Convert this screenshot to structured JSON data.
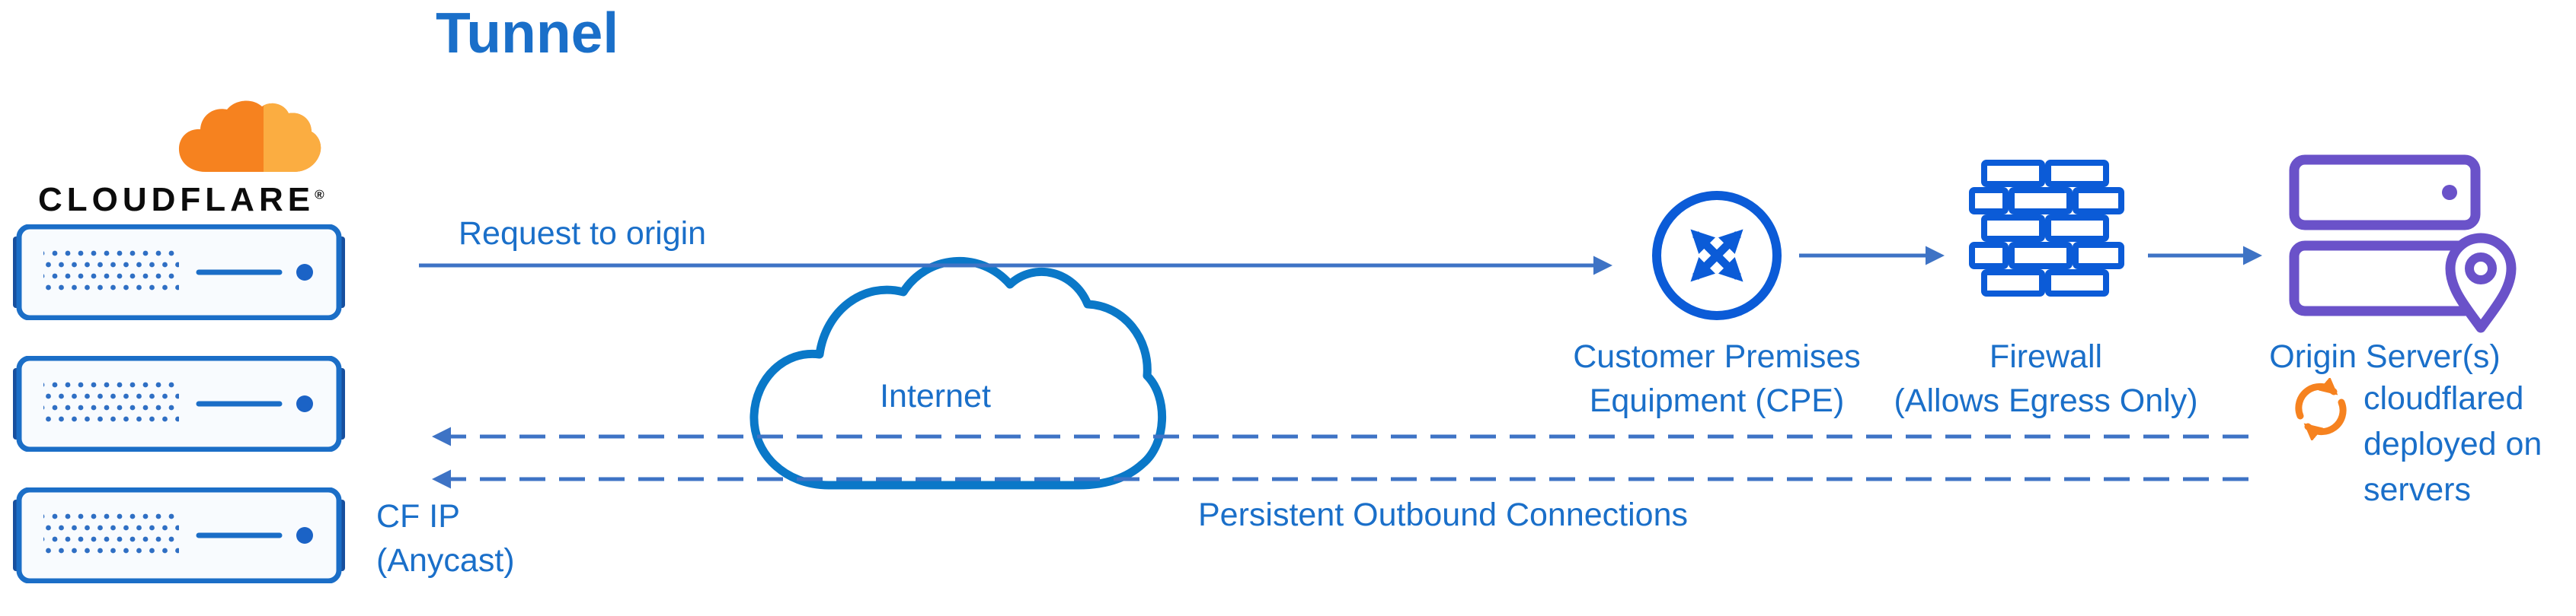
{
  "title": "Tunnel",
  "brand": {
    "wordmark": "CLOUDFLARE",
    "registered": "®"
  },
  "nodes": {
    "edge_servers": {
      "label_line1": "CF IP",
      "label_line2": "(Anycast)"
    },
    "internet": {
      "label": "Internet"
    },
    "cpe": {
      "label_line1": "Customer Premises",
      "label_line2": "Equipment (CPE)"
    },
    "firewall": {
      "label_line1": "Firewall",
      "label_line2": "(Allows Egress Only)"
    },
    "origin": {
      "label": "Origin Server(s)"
    },
    "cloudflared": {
      "label_line1": "cloudflared",
      "label_line2": "deployed on",
      "label_line3": "servers"
    }
  },
  "connections": {
    "request": {
      "label": "Request to origin"
    },
    "outbound": {
      "label": "Persistent Outbound Connections"
    }
  },
  "colors": {
    "text_blue": "#1a6fc9",
    "line_blue": "#3e73c5",
    "icon_blue": "#0b5bd7",
    "cloud_blue": "#0a78c8",
    "server_blue": "#1b6ec7",
    "origin_purple": "#6a52c9",
    "cloudflare_orange": "#f6821f",
    "cloudflare_orange_light": "#fbad41"
  },
  "icons": {
    "cloudflare-logo-cloud-icon": "orange cloudflare cloud",
    "edge-server-rack-icon": "blue edge server appliance",
    "internet-cloud-icon": "blue outlined cloud",
    "cpe-router-icon": "circle with crossing arrows",
    "firewall-brick-icon": "blue brick wall",
    "origin-servers-icon": "stacked purple servers",
    "location-pin-icon": "map location pin",
    "cloudflared-sync-icon": "orange circular arrows"
  }
}
